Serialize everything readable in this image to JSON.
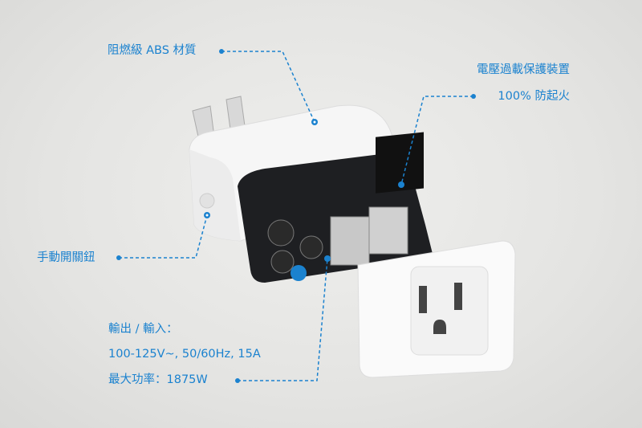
{
  "labels": {
    "material": "阻燃級 ABS 材質",
    "overload_title": "電壓過載保護裝置",
    "fire_protection": "100% 防起火",
    "manual_switch": "手動開關鈕",
    "io_title": "輸出 / 輸入：",
    "io_spec": "100-125V~, 50/60Hz, 15A",
    "max_power": "最大功率：1875W"
  },
  "colors": {
    "accent": "#1b82cf",
    "background": "#e6e6e4"
  }
}
